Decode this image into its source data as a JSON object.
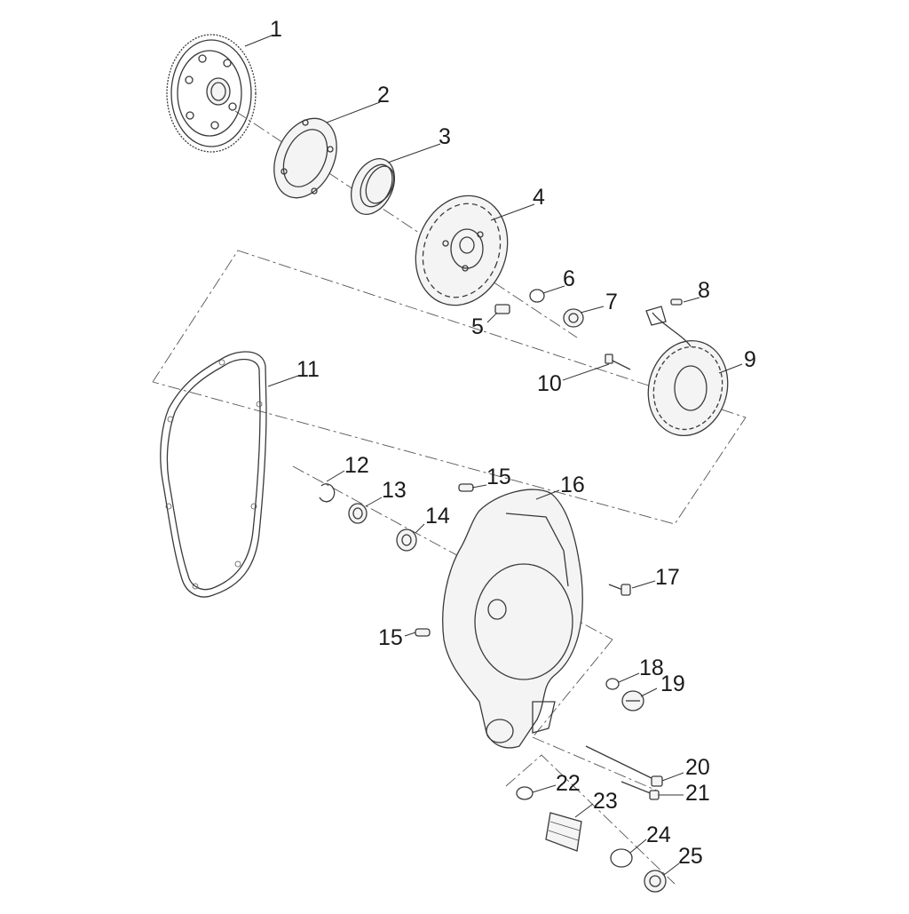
{
  "diagram": {
    "callouts": [
      {
        "id": "c1",
        "label": "1"
      },
      {
        "id": "c2",
        "label": "2"
      },
      {
        "id": "c3",
        "label": "3"
      },
      {
        "id": "c4",
        "label": "4"
      },
      {
        "id": "c5",
        "label": "5"
      },
      {
        "id": "c6",
        "label": "6"
      },
      {
        "id": "c7",
        "label": "7"
      },
      {
        "id": "c8",
        "label": "8"
      },
      {
        "id": "c9",
        "label": "9"
      },
      {
        "id": "c10",
        "label": "10"
      },
      {
        "id": "c11",
        "label": "11"
      },
      {
        "id": "c12",
        "label": "12"
      },
      {
        "id": "c13",
        "label": "13"
      },
      {
        "id": "c14",
        "label": "14"
      },
      {
        "id": "c15a",
        "label": "15"
      },
      {
        "id": "c16",
        "label": "16"
      },
      {
        "id": "c17",
        "label": "17"
      },
      {
        "id": "c15b",
        "label": "15"
      },
      {
        "id": "c18",
        "label": "18"
      },
      {
        "id": "c19",
        "label": "19"
      },
      {
        "id": "c20",
        "label": "20"
      },
      {
        "id": "c21",
        "label": "21"
      },
      {
        "id": "c22",
        "label": "22"
      },
      {
        "id": "c23",
        "label": "23"
      },
      {
        "id": "c24",
        "label": "24"
      },
      {
        "id": "c25",
        "label": "25"
      }
    ]
  }
}
